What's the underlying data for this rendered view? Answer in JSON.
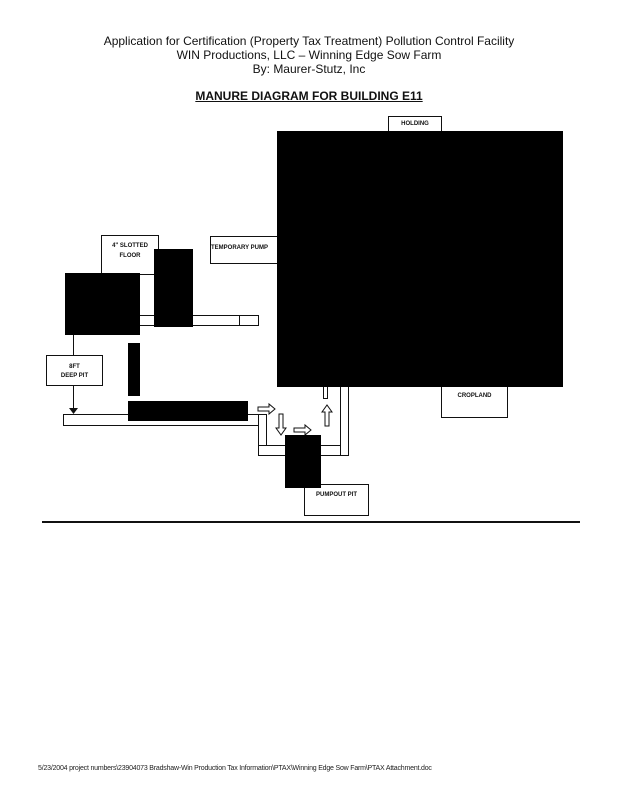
{
  "header": {
    "line1": "Application for Certification (Property Tax Treatment) Pollution Control Facility",
    "line2": "WIN Productions, LLC – Winning Edge Sow Farm",
    "line3": "By: Maurer-Stutz, Inc"
  },
  "title": "MANURE DIAGRAM FOR BUILDING E11",
  "diagram": {
    "holding": "HOLDING",
    "slotted_floor_1": "4\" SLOTTED",
    "slotted_floor_2": "FLOOR",
    "temporary_pump": "TEMPORARY PUMP",
    "deep_pit_1": "8FT",
    "deep_pit_2": "DEEP PIT",
    "cropland": "CROPLAND",
    "pumpout_pit": "PUMPOUT PIT"
  },
  "footer": "5/23/2004 project numbers\\23904073 Bradshaw-Win Production Tax Information\\PTAX\\Winning Edge Sow Farm\\PTAX Attachment.doc"
}
